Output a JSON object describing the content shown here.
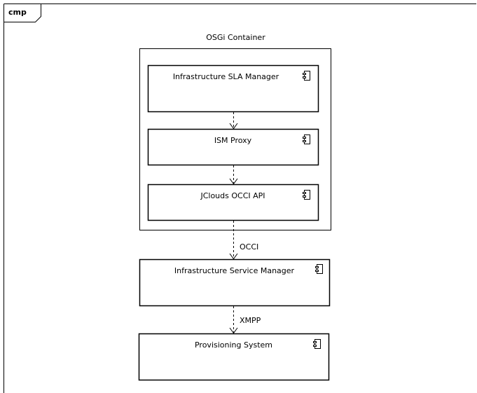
{
  "frame": {
    "tag": "cmp"
  },
  "container": {
    "label": "OSGi Container"
  },
  "components": [
    {
      "key": "sla",
      "label": "Infrastructure SLA Manager",
      "icon": "component-icon"
    },
    {
      "key": "proxy",
      "label": "ISM Proxy",
      "icon": "component-icon"
    },
    {
      "key": "jclouds",
      "label": "JClouds OCCI API",
      "icon": "component-icon"
    },
    {
      "key": "ism",
      "label": "Infrastructure Service Manager",
      "icon": "component-icon"
    },
    {
      "key": "prov",
      "label": "Provisioning System",
      "icon": "component-icon"
    }
  ],
  "dependencies": [
    {
      "from": "sla",
      "to": "proxy",
      "label": ""
    },
    {
      "from": "proxy",
      "to": "jclouds",
      "label": ""
    },
    {
      "from": "jclouds",
      "to": "ism",
      "label": "OCCI"
    },
    {
      "from": "ism",
      "to": "prov",
      "label": "XMPP"
    }
  ]
}
